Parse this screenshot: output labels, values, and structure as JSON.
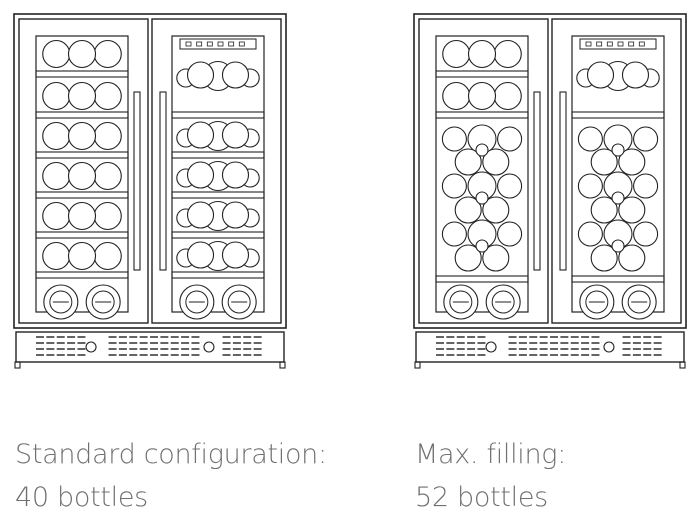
{
  "figures": [
    {
      "caption_line1": "Standard configuration:",
      "caption_line2": "40 bottles"
    },
    {
      "caption_line1": "Max. filling:",
      "caption_line2": "52 bottles"
    }
  ],
  "colors": {
    "stroke": "#222222",
    "caption": "#6f6f6f",
    "background": "#ffffff"
  }
}
